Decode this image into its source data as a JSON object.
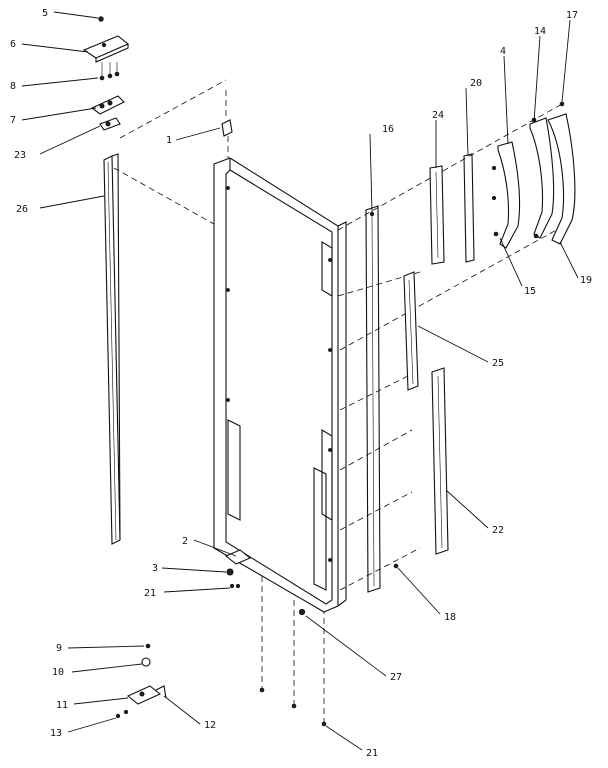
{
  "diagram": {
    "callouts": {
      "c1": "1",
      "c2": "2",
      "c3": "3",
      "c4": "4",
      "c5": "5",
      "c6": "6",
      "c7": "7",
      "c8": "8",
      "c9": "9",
      "c10": "10",
      "c11": "11",
      "c12": "12",
      "c13": "13",
      "c14": "14",
      "c15": "15",
      "c16": "16",
      "c17": "17",
      "c18": "18",
      "c19": "19",
      "c20": "20",
      "c21a": "21",
      "c21b": "21",
      "c22": "22",
      "c23": "23",
      "c24": "24",
      "c25": "25",
      "c26": "26",
      "c27": "27"
    }
  }
}
